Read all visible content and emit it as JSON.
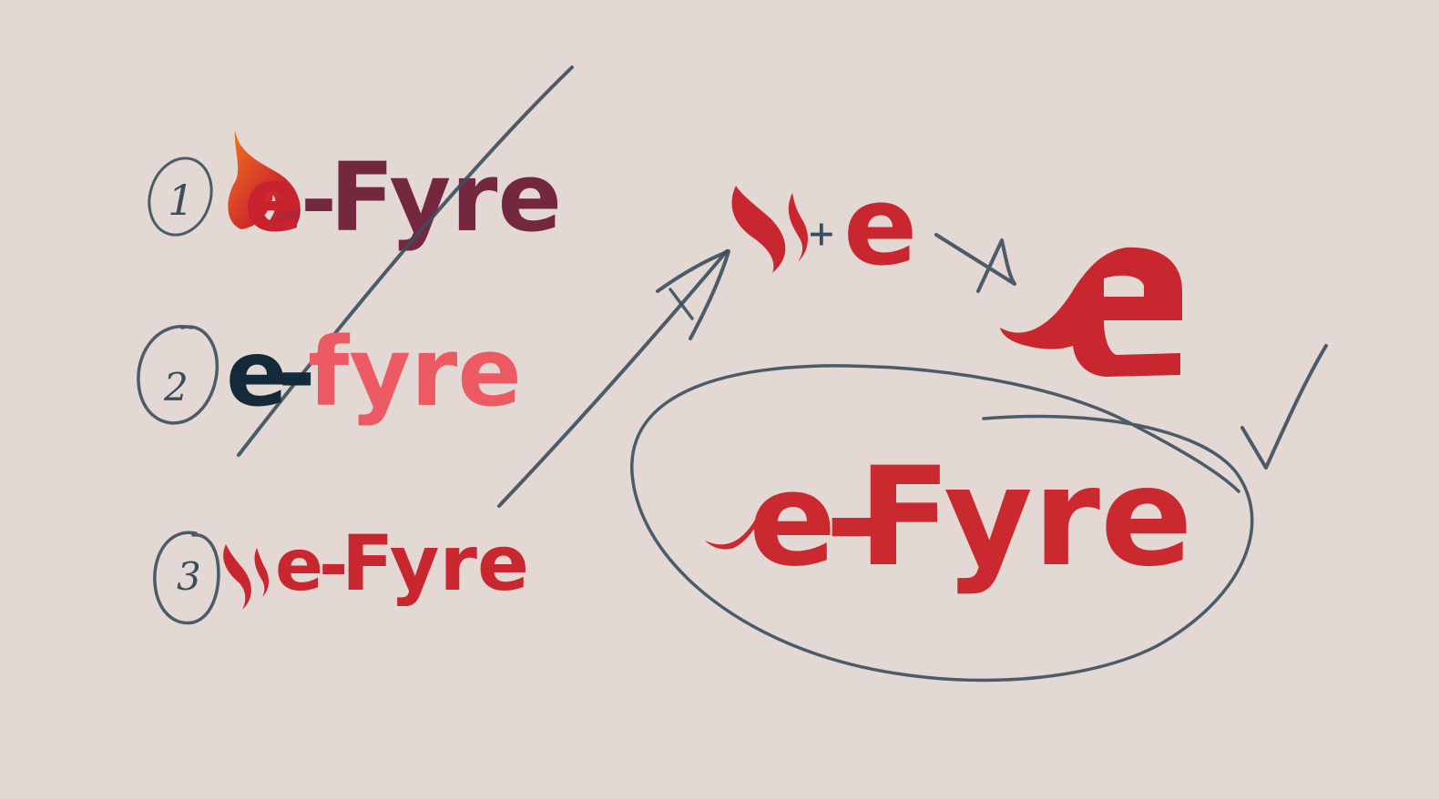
{
  "brand": "e-Fyre",
  "colors": {
    "background": "#e3d8d3",
    "pen": "#3b4e5c",
    "option1_flame_start": "#f07a20",
    "option1_flame_end": "#c8222e",
    "option1_text": "#742840",
    "option2_e": "#14293a",
    "option2_fyre": "#ec5a64",
    "option3_red": "#c9272f",
    "final_red": "#c9292f"
  },
  "options": [
    {
      "number": "1",
      "prefix": "e",
      "hyphen": "-",
      "word": "Fyre",
      "status": "crossed-out"
    },
    {
      "number": "2",
      "prefix": "e",
      "hyphen": "-",
      "word": "fyre",
      "status": "crossed-out"
    },
    {
      "number": "3",
      "prefix": "e",
      "hyphen": "-",
      "word": "Fyre",
      "status": "developed"
    }
  ],
  "derivation": {
    "plus": "+",
    "letter": "e",
    "result_letter": "e"
  },
  "final": {
    "prefix": "e",
    "hyphen": "-",
    "word": "Fyre",
    "status": "circled-approved",
    "mark": "checkmark"
  }
}
